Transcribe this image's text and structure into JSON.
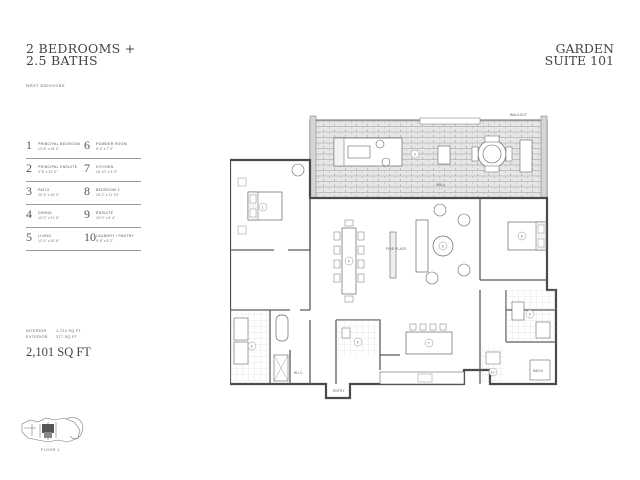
{
  "header": {
    "title_line1": "2 BEDROOMS +",
    "title_line2": "2.5 BATHS",
    "exposure": "WEST EXPOSURE",
    "suite_line1": "GARDEN",
    "suite_line2": "SUITE 101"
  },
  "legend": [
    {
      "num": "1",
      "name": "PRINCIPAL BEDROOM",
      "dim": "13' 8\" x 15' 0\""
    },
    {
      "num": "6",
      "name": "POWDER ROOM",
      "dim": "5' 4\" x 7' 0\""
    },
    {
      "num": "2",
      "name": "PRINCIPAL ENSUITE",
      "dim": "9' 6\" x 12' 0\""
    },
    {
      "num": "7",
      "name": "KITCHEN",
      "dim": "16' 10\" x 9' 2\""
    },
    {
      "num": "3",
      "name": "PATIO",
      "dim": "20' 4\" x 10' 2\""
    },
    {
      "num": "8",
      "name": "BEDROOM 2",
      "dim": "10' 2\" x 11' 10\""
    },
    {
      "num": "4",
      "name": "DINING",
      "dim": "12' 2\" x 21' 5\""
    },
    {
      "num": "9",
      "name": "ENSUITE",
      "dim": "10' 0\" x 5' 4\""
    },
    {
      "num": "5",
      "name": "LIVING",
      "dim": "12' 5\" x 20' 6\""
    },
    {
      "num": "10",
      "name": "LAUNDRY / PANTRY",
      "dim": "9' 8\" x 8' 2\""
    }
  ],
  "areas": {
    "interior_label": "INTERIOR",
    "interior_value": "1,724 SQ FT",
    "exterior_label": "EXTERIOR",
    "exterior_value": "377 SQ FT",
    "total": "2,101 SQ FT"
  },
  "plan_labels": {
    "walkout": "WALKOUT",
    "entry": "ENTRY",
    "fireplace": "FIRE PLACE",
    "wall": "WALL",
    "wic": "W.I.C",
    "mech": "MECH"
  },
  "room_numbers": [
    "1",
    "2",
    "3",
    "4",
    "5",
    "6",
    "7",
    "8",
    "9",
    "10"
  ],
  "key_plan": {
    "label": "FLOOR 1"
  },
  "colors": {
    "line": "#5a5a5a",
    "text": "#444444",
    "paving": "#9a9a9a"
  }
}
